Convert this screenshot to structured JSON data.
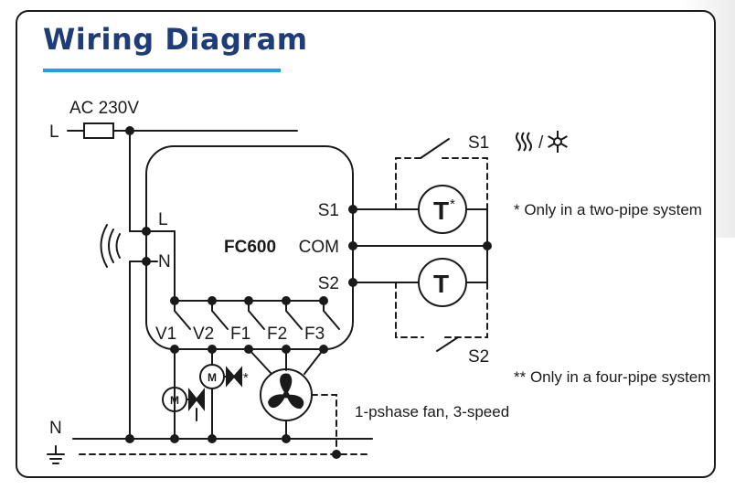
{
  "title": "Wiring Diagram",
  "supply": {
    "voltage_label": "AC 230V",
    "line_label": "L",
    "neutral_label": "N"
  },
  "device": {
    "name": "FC600",
    "terminal_L": "L",
    "terminal_N": "N",
    "terminal_S1": "S1",
    "terminal_COM": "COM",
    "terminal_S2": "S2",
    "outputs": [
      "V1",
      "V2",
      "F1",
      "F2",
      "F3"
    ]
  },
  "sensors": {
    "switch_S1": "S1",
    "switch_S2": "S2",
    "sensor1": "T",
    "sensor1_mark": "*",
    "sensor2": "T",
    "mode_separator": "/"
  },
  "actuators": {
    "motor_label": "M",
    "valve2_mark": "**"
  },
  "notes": {
    "two_pipe": "* Only in a two-pipe system",
    "four_pipe": "** Only in a four-pipe system",
    "fan": "1-pshase fan, 3-speed"
  },
  "colors": {
    "title": "#1e3c78",
    "underline": "#1aa3e0",
    "line": "#1a1a1a"
  }
}
